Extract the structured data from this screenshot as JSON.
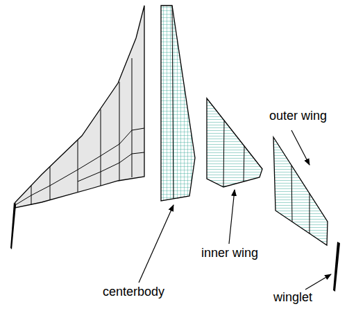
{
  "diagram": {
    "labels": [
      "outer wing",
      "inner wing",
      "centerbody",
      "winglet"
    ]
  }
}
